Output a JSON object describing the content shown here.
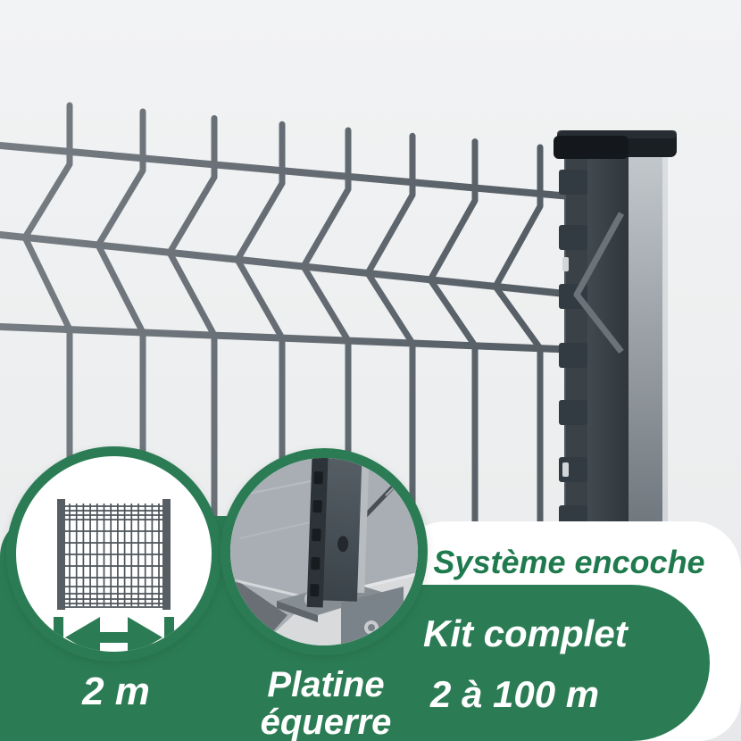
{
  "colors": {
    "brand_green": "#2b7c54",
    "green_text": "#1f7a4e",
    "photo_background": "#edeff0",
    "wire_gray": "#636b72",
    "post_anthracite": "#31383e",
    "white": "#ffffff"
  },
  "overlay": {
    "feature_circles": [
      {
        "id": "panel-width",
        "icon": "fence-panel-width-icon",
        "label": "2 m"
      },
      {
        "id": "bracket-plate",
        "icon": "bracket-plate-photo",
        "label_lines": [
          "Platine",
          "équerre"
        ]
      }
    ],
    "system_badge": {
      "label": "Système encoche"
    },
    "kit_badge": {
      "title": "Kit complet",
      "range": "2 à 100 m"
    }
  }
}
